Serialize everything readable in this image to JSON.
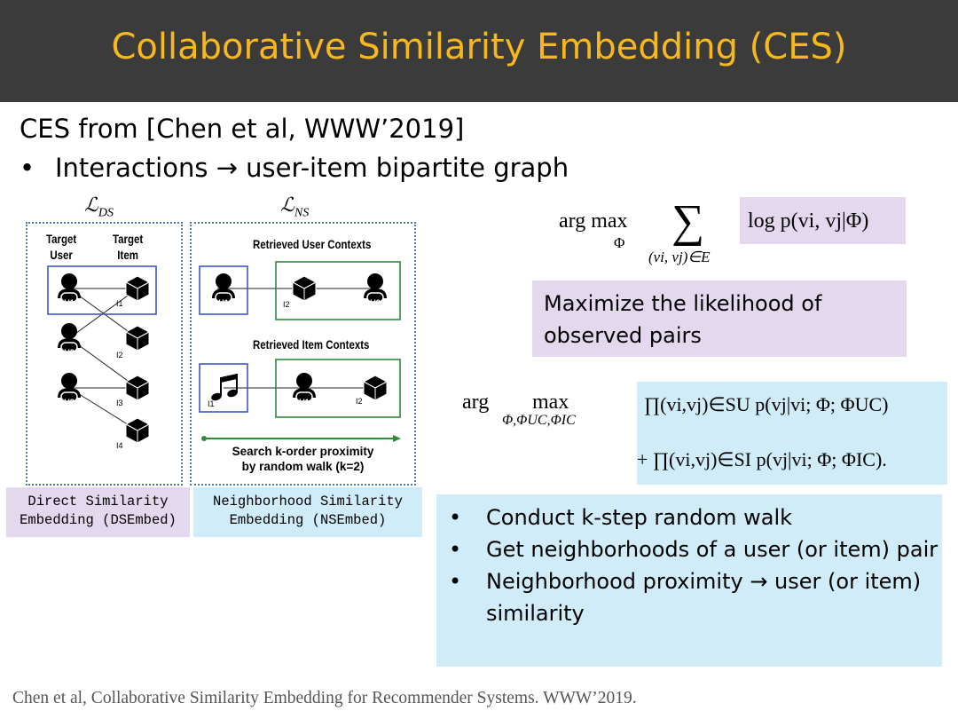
{
  "header": {
    "title": "Collaborative Similarity Embedding (CES)"
  },
  "intro": {
    "source": "CES from [Chen et al, WWW’2019]",
    "bullet": "Interactions → user-item bipartite graph"
  },
  "figure": {
    "loss_ds": "ℒ",
    "loss_ds_sub": "DS",
    "loss_ns": "ℒ",
    "loss_ns_sub": "NS",
    "target_user": "Target\nUser",
    "target_item": "Target\nItem",
    "retrieved_user": "Retrieved  User  Contexts",
    "retrieved_item": "Retrieved  Item  Contexts",
    "search_line1": "Search k-order proximity",
    "search_line2": "by random walk (k=2)",
    "users": [
      "U1",
      "U2",
      "U3"
    ],
    "items": [
      "I1",
      "I2",
      "I3",
      "I4"
    ],
    "ds_caption": "Direct Similarity\nEmbedding (DSEmbed)",
    "ns_caption": "Neighborhood Similarity\nEmbedding (NSEmbed)"
  },
  "formula1": {
    "argmax": "arg max",
    "sub": "Φ",
    "sum_sub": "(vi, vj)∈E",
    "term": "log p(vi, vj|Φ)"
  },
  "note1": {
    "line1": "Maximize the likelihood of",
    "line2": "observed pairs"
  },
  "formula2": {
    "arg": "arg",
    "max": "max",
    "max_sub": "Φ,ΦUC,ΦIC",
    "line1": "∏(vi,vj)∈SU p(vj|vi; Φ; ΦUC)",
    "line2": "+ ∏(vi,vj)∈SI p(vj|vi; Φ; ΦIC)."
  },
  "bullets": [
    "Conduct k-step random walk",
    "Get neighborhoods of a user (or item) pair",
    "Neighborhood proximity → user (or item) similarity"
  ],
  "footer": "Chen et al, Collaborative Similarity Embedding for Recommender Systems. WWW’2019.",
  "colors": {
    "header_bg": "#3b3b3b",
    "title": "#f6b81c",
    "purple": "#e4d8ee",
    "cyan": "#cfecf8",
    "blue_box": "#3b57c8",
    "green_box": "#2e8b3a"
  }
}
